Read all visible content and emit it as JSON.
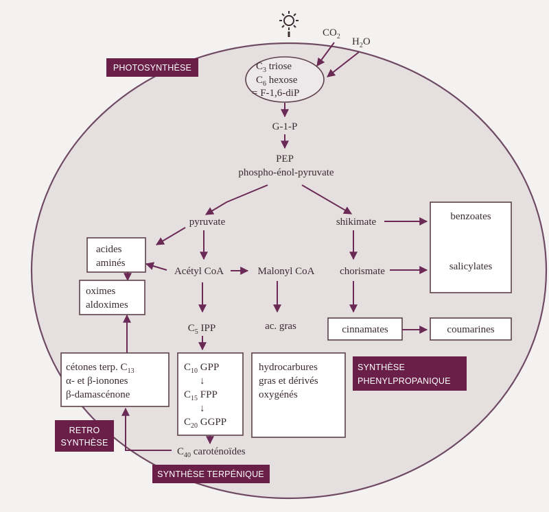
{
  "colors": {
    "page_background": "#ffffff",
    "paper": "#f4f2f0",
    "cell_fill": "#e6dfe0",
    "cell_outline": "#6f4a63",
    "label_background": "#6a1f48",
    "label_text": "#ffffff",
    "arrow": "#6a2a55",
    "text": "#3a2c30"
  },
  "icons": {
    "light_source": "sun-icon"
  },
  "labels": {
    "photosynthese": "PHOTOSYNTHÈSE",
    "retro_line1": "RETRO",
    "retro_line2": "SYNTHÈSE",
    "terpenique": "SYNTHÈSE TERPÉNIQUE",
    "phenyl_line1": "SYNTHÈSE",
    "phenyl_line2": "PHENYLPROPANIQUE"
  },
  "inputs": {
    "co2": "CO",
    "co2_sub": "2",
    "h2o_a": "H",
    "h2o_sub": "2",
    "h2o_b": "O"
  },
  "sugar": {
    "triose_c": "C",
    "triose_sub": "3",
    "triose": " triose",
    "hexose_c": "C",
    "hexose_sub": "6",
    "hexose": " hexose",
    "fdip": "= F-1,6-diP"
  },
  "nodes": {
    "g1p": "G-1-P",
    "pep": "PEP",
    "pep_full": "phospho-énol-pyruvate",
    "pyruvate": "pyruvate",
    "shikimate": "shikimate",
    "acetyl": "Acétyl CoA",
    "malonyl": "Malonyl CoA",
    "chorismate": "chorismate",
    "c5_c": "C",
    "c5_sub": "5",
    "c5": " IPP",
    "ac_gras": "ac. gras",
    "c40_c": "C",
    "c40_sub": "40",
    "c40": " caroténoïdes"
  },
  "boxes": {
    "acides_1": "acides",
    "acides_2": "aminés",
    "oximes_1": "oximes",
    "oximes_2": "aldoximes",
    "cetones_a": "cétones terp. C",
    "cetones_sub": "13",
    "ionones": "α- et β-ionones",
    "damascenone": "β-damascénone",
    "gpp_c": "C",
    "gpp_sub": "10",
    "gpp": " GPP",
    "down1": "↓",
    "fpp_c": "C",
    "fpp_sub": "15",
    "fpp": " FPP",
    "down2": "↓",
    "ggpp_c": "C",
    "ggpp_sub": "20",
    "ggpp": " GGPP",
    "hydro_1": "hydrocarbures",
    "hydro_2": "gras et dérivés",
    "hydro_3": "oxygénés",
    "benzoates": "benzoates",
    "salicylates": "salicylates",
    "cinnamates": "cinnamates",
    "coumarines": "coumarines"
  }
}
